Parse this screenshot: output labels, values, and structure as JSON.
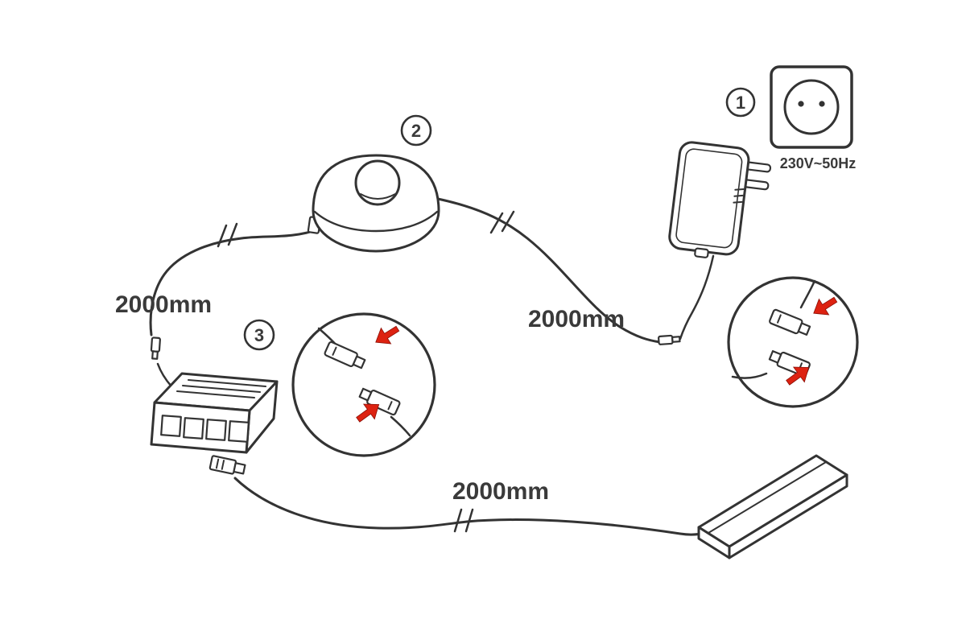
{
  "colors": {
    "line": "#333333",
    "red": "#dd2211",
    "text": "#3a3a3a",
    "background": "#ffffff"
  },
  "badges": {
    "outlet": "1",
    "footswitch": "2",
    "distributor": "3"
  },
  "outlet": {
    "voltage": "230V~50Hz"
  },
  "cables": {
    "switch_to_distributor": "2000mm",
    "adapter_to_switch": "2000mm",
    "distributor_to_light": "2000mm"
  }
}
